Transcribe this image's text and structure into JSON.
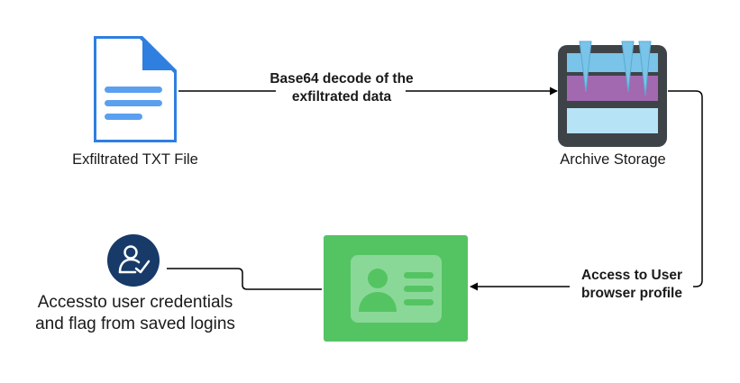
{
  "nodes": {
    "txt_file": {
      "label": "Exfiltrated TXT File",
      "icon": "document-icon"
    },
    "archive": {
      "label": "Archive Storage",
      "icon": "archive-storage-icon"
    },
    "profile": {
      "icon": "id-card-icon"
    },
    "credentials": {
      "icon": "user-check-icon",
      "label_lines": [
        "Accessto user credentials",
        "and flag from saved logins"
      ]
    }
  },
  "edges": {
    "decode": {
      "label_lines": [
        "Base64 decode of the",
        "exfiltrated data"
      ]
    },
    "access": {
      "label_lines": [
        "Access to User",
        "browser profile"
      ]
    }
  },
  "colors": {
    "doc_blue": "#2e7fe0",
    "doc_blue_light": "#5aa0ef",
    "card_green": "#54c463",
    "card_green_light": "#8ad897",
    "user_navy": "#173a68",
    "archive_frame": "#3e4347",
    "archive_blue": "#79c4e8",
    "archive_purple": "#a269b0",
    "archive_light": "#b6e3f5",
    "edge_color": "#000000"
  }
}
